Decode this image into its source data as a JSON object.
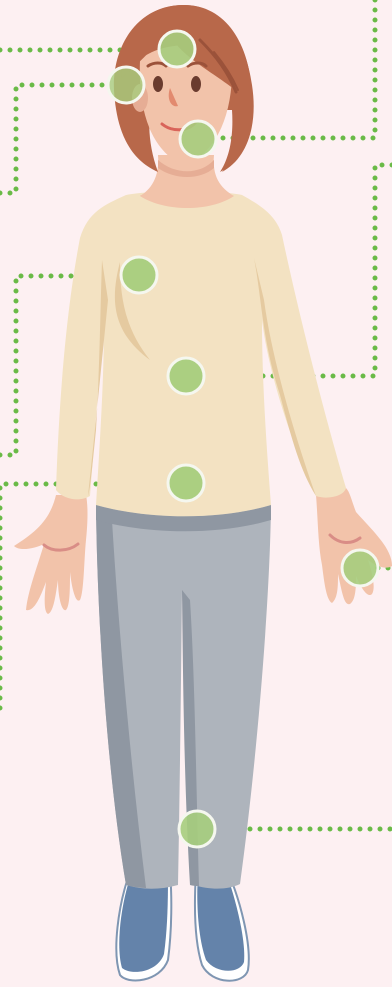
{
  "colors": {
    "background": "#fdf0f2",
    "hotspot_fill": "#a6cd7d",
    "hotspot_ring": "#f5f7ef",
    "hotspot_line": "#6aba47",
    "hair": "#b8684a",
    "hair_dark": "#9b523a",
    "skin": "#f2c3aa",
    "skin_shadow": "#e6ad95",
    "sweater": "#f3e2c2",
    "sweater_shadow": "#e5caa0",
    "pants": "#aeb4bc",
    "pants_shadow": "#8f97a2",
    "shoes": "#6483aa",
    "shoe_sole": "#ffffff"
  },
  "hotspots": [
    {
      "id": "head-top",
      "icon": "hotspot-circle"
    },
    {
      "id": "head-side",
      "icon": "hotspot-circle"
    },
    {
      "id": "chin",
      "icon": "hotspot-circle"
    },
    {
      "id": "chest",
      "icon": "hotspot-circle"
    },
    {
      "id": "abdomen",
      "icon": "hotspot-circle"
    },
    {
      "id": "waist",
      "icon": "hotspot-circle"
    },
    {
      "id": "left-hand",
      "icon": "hotspot-circle"
    },
    {
      "id": "knee",
      "icon": "hotspot-circle"
    }
  ]
}
